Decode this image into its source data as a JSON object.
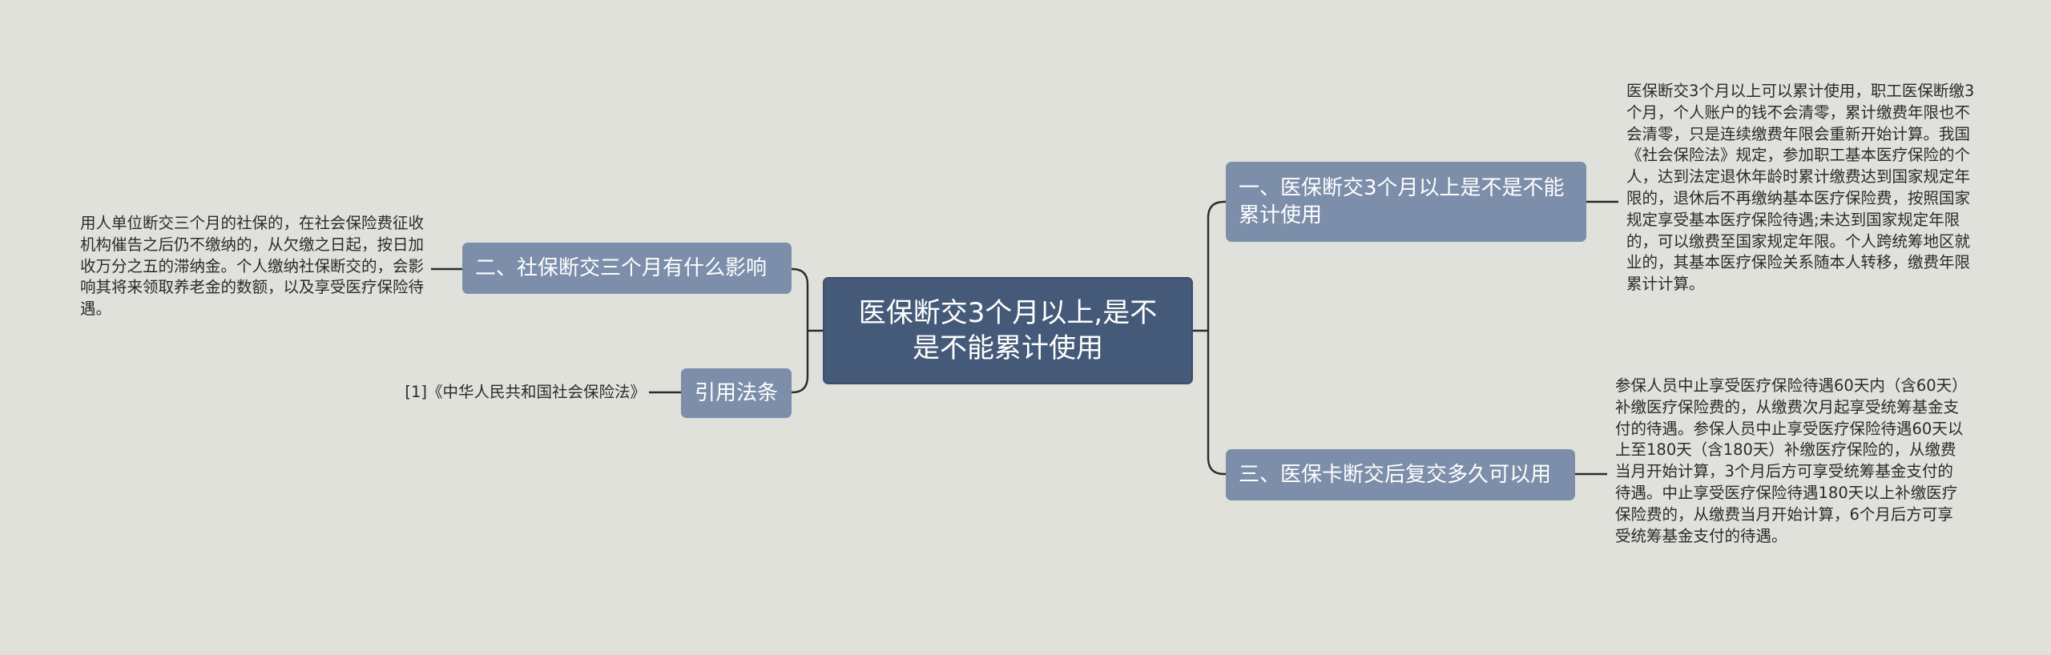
{
  "mindmap": {
    "root": "医保断交3个月以上,是不是不能累计使用",
    "branches": {
      "b1": {
        "label": "一、医保断交3个月以上是不是不能累计使用",
        "leaf": "医保断交3个月以上可以累计使用，职工医保断缴3个月，个人账户的钱不会清零，累计缴费年限也不会清零，只是连续缴费年限会重新开始计算。我国《社会保险法》规定，参加职工基本医疗保险的个人，达到法定退休年龄时累计缴费达到国家规定年限的，退休后不再缴纳基本医疗保险费，按照国家规定享受基本医疗保险待遇;未达到国家规定年限的，可以缴费至国家规定年限。个人跨统筹地区就业的，其基本医疗保险关系随本人转移，缴费年限累计计算。"
      },
      "b2": {
        "label": "二、社保断交三个月有什么影响",
        "leaf": "用人单位断交三个月的社保的，在社会保险费征收机构催告之后仍不缴纳的，从欠缴之日起，按日加收万分之五的滞纳金。个人缴纳社保断交的，会影响其将来领取养老金的数额，以及享受医疗保险待遇。"
      },
      "b3": {
        "label": "三、医保卡断交后复交多久可以用",
        "leaf": "参保人员中止享受医疗保险待遇60天内（含60天）补缴医疗保险费的，从缴费次月起享受统筹基金支付的待遇。参保人员中止享受医疗保险待遇60天以上至180天（含180天）补缴医疗保险的，从缴费当月开始计算，3个月后方可享受统筹基金支付的待遇。中止享受医疗保险待遇180天以上补缴医疗保险费的，从缴费当月开始计算，6个月后方可享受统筹基金支付的待遇。"
      },
      "b4": {
        "label": "引用法条",
        "leaf": "[1]《中华人民共和国社会保险法》"
      }
    }
  },
  "colors": {
    "background": "#e1e1dc",
    "root_fill": "#455a78",
    "branch_fill": "#7c8ea9",
    "connector": "#2b2b2b",
    "leaf_text": "#2a2a2a"
  }
}
